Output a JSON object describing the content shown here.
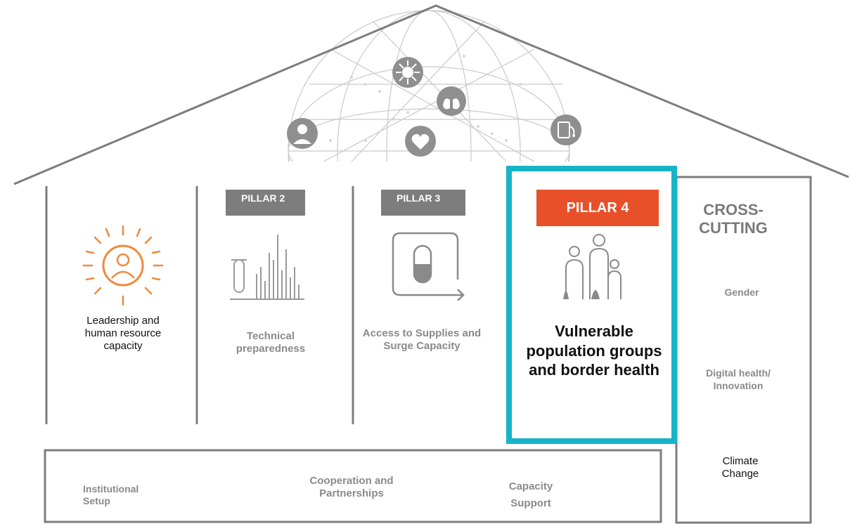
{
  "pillars": [
    {
      "tag": "",
      "title": "Leadership and human resource capacity",
      "icon": "leader-icon"
    },
    {
      "tag": "PILLAR 2",
      "title": "Technical preparedness",
      "icon": "lab-data-icon"
    },
    {
      "tag": "PILLAR 3",
      "title": "Access to Supplies and Surge Capacity",
      "icon": "medicine-capsule-icon"
    },
    {
      "tag": "PILLAR 4",
      "title": "Vulnerable population groups and border health",
      "icon": "family-icon"
    }
  ],
  "cross_cutting": {
    "title": "CROSS-CUTTING",
    "items": [
      "Gender",
      "Digital health/ Innovation",
      "Climate Change"
    ]
  },
  "foundation": {
    "items": [
      "Institutional Setup",
      "Cooperation and Partnerships",
      "Capacity Support"
    ]
  },
  "roof_icons": [
    "doctor-icon",
    "virus-icon",
    "lungs-icon",
    "heart-icon",
    "telehealth-icon"
  ],
  "colors": {
    "accent_orange": "#e8502a",
    "highlight_teal": "#17b4c8",
    "frame_grey": "#7d7d7d",
    "leader_orange": "#f08a3c"
  }
}
